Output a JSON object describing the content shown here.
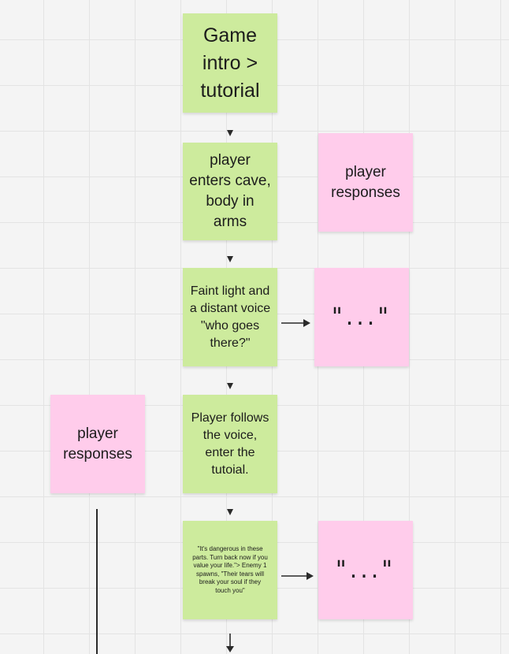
{
  "notes": {
    "intro": "Game intro > tutorial",
    "enters_cave": "player enters cave, body in arms",
    "responses_1": "player responses",
    "faint_light": "Faint light and a distant voice \"who goes there?\"",
    "dots_1": "\"...\"",
    "responses_2": "player responses",
    "follows_voice": "Player follows the voice, enter the tutoial.",
    "dangerous": "\"It's dangerous in these parts. Turn back now if you value your life.\"> Enemy 1 spawns, \"Their tears will break your soul if they touch you\"",
    "dots_2": "\"...\""
  },
  "colors": {
    "green_note": "#cdeb9d",
    "pink_note": "#ffcceb",
    "connector": "#2a2a2a",
    "canvas": "#f4f4f4",
    "grid": "#e3e3e3"
  }
}
